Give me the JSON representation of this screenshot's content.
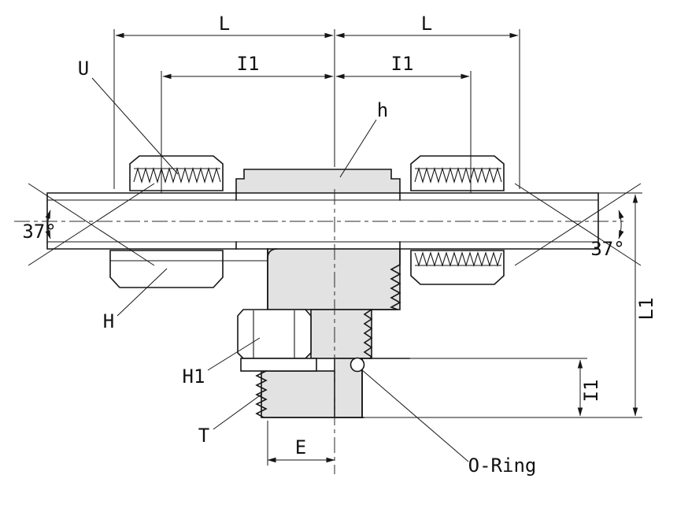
{
  "colors": {
    "line": "#161616",
    "body_fill": "#e2e2e2",
    "background": "#ffffff"
  },
  "dimension_labels": {
    "top_left_length": "L",
    "top_right_length": "L",
    "top_left_inner": "I1",
    "top_right_inner": "I1",
    "right_overall": "L1",
    "right_inner": "I1",
    "bottom_offset": "E"
  },
  "callout_labels": {
    "nut_thread": "U",
    "body_hex": "h",
    "nut_hex": "H",
    "locknut_hex": "H1",
    "port_thread": "T",
    "o_ring": "O-Ring"
  },
  "angle_labels": {
    "left": "37°",
    "right": "37°"
  }
}
